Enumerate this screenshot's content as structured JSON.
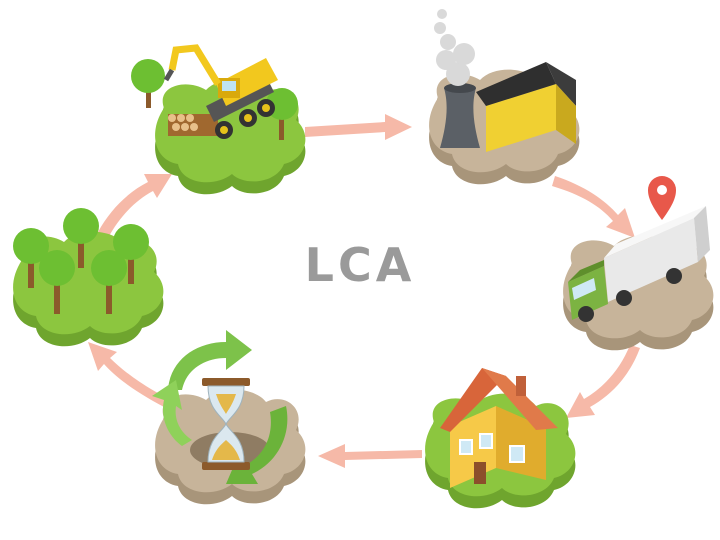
{
  "center_label": "LCA",
  "colors": {
    "grass_top": "#8cc63f",
    "grass_side": "#6fa52e",
    "soil_top": "#c7b49a",
    "soil_side": "#a8957a",
    "arrow": "#f6b9a8",
    "recycle": "#7dc24a",
    "truck_cab": "#7cb342",
    "pin": "#e8584a",
    "roof": "#e07a4a",
    "house_wall": "#f6c948",
    "excavator": "#f2c81e"
  },
  "stages": [
    {
      "id": "extraction",
      "tile": "grass",
      "icon": "excavator-icon"
    },
    {
      "id": "manufacturing",
      "tile": "soil",
      "icon": "factory-icon"
    },
    {
      "id": "transport",
      "tile": "soil",
      "icon": "truck-icon"
    },
    {
      "id": "use",
      "tile": "grass",
      "icon": "house-icon"
    },
    {
      "id": "end-of-life",
      "tile": "soil",
      "icon": "recycle-hourglass-icon"
    },
    {
      "id": "regrowth",
      "tile": "grass",
      "icon": "forest-icon"
    }
  ]
}
